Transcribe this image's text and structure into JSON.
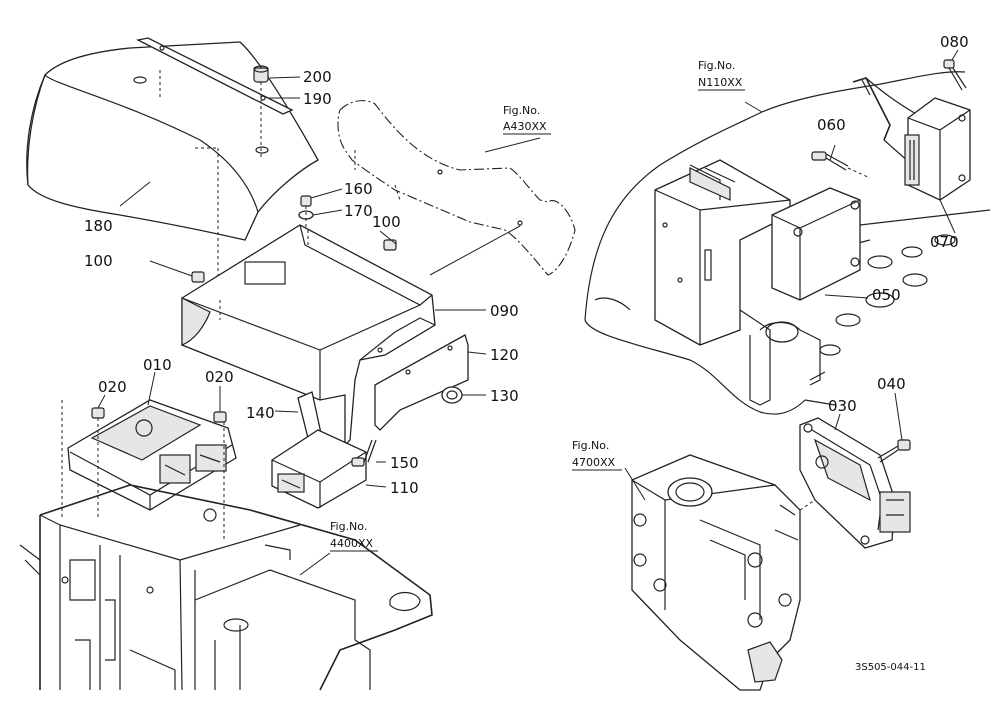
{
  "callouts": {
    "c200": "200",
    "c190": "190",
    "c180": "180",
    "c100a": "100",
    "c100b": "100",
    "c160": "160",
    "c170": "170",
    "c090": "090",
    "c120": "120",
    "c130": "130",
    "c140": "140",
    "c150": "150",
    "c110": "110",
    "c010": "010",
    "c020a": "020",
    "c020b": "020",
    "c080": "080",
    "c060": "060",
    "c070": "070",
    "c050": "050",
    "c040": "040",
    "c030": "030"
  },
  "fig_refs": {
    "a430": {
      "label": "Fig.No.",
      "number": "A430XX"
    },
    "n110": {
      "label": "Fig.No.",
      "number": "N110XX"
    },
    "n4400": {
      "label": "Fig.No.",
      "number": "4400XX"
    },
    "n4700": {
      "label": "Fig.No.",
      "number": "4700XX"
    }
  },
  "drawing_code": "3S505-044-11"
}
